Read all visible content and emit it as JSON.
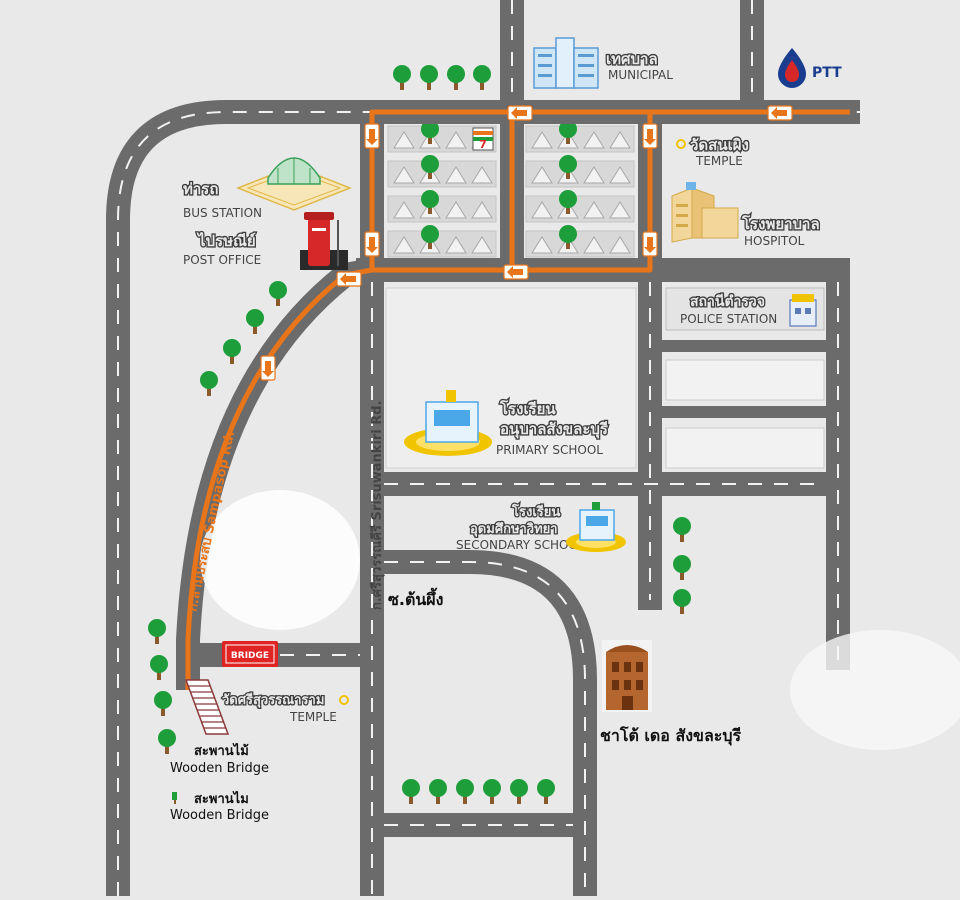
{
  "labels": {
    "municipal_th": "เทศบาล",
    "municipal_en": "MUNICIPAL",
    "ptt": "PTT",
    "temple1_th": "วัดสนเผิง",
    "temple1_en": "TEMPLE",
    "hospital_th": "โรงพยาบาล",
    "hospital_en": "HOSPITOL",
    "bus_th": "ท่ารถ",
    "bus_en": "BUS STATION",
    "post_th": "ไปรษณีย์",
    "post_en": "POST OFFICE",
    "police_th": "สถานีตำรวจ",
    "police_en": "POLICE STATION",
    "primary_th1": "โรงเรียน",
    "primary_th2": "อนุบาลสังขละบุรี",
    "primary_en": "PRIMARY SCHOOL",
    "secondary_th1": "โรงเรียน",
    "secondary_th2": "อุดมศึกษาวิทยา",
    "secondary_en": "SECONDARY SCHOOL",
    "road_sampasop": "ก.สามประสบ  Sampasop Rd.",
    "road_srisuwan": "ก.ศรีสุวรรณคีรี  Srisuwankiri Rd.",
    "soi": "ซ.ต้นผึ้ง",
    "bridge_sign": "BRIDGE",
    "temple2_th": "วัดศรีสุวรรณาราม",
    "temple2_en": "TEMPLE",
    "wood1_th": "สะพานไม้",
    "wood1_en": "Wooden Bridge",
    "wood2_th": "สะพานไม",
    "wood2_en": "Wooden Bridge",
    "hotel": "ชาโต้ เดอ สังขละบุรี",
    "seven": "7"
  },
  "colors": {
    "road": "#6b6b6b",
    "lane": "#f2f2f2",
    "route": "#e8751a",
    "tree_leaf": "#1e9e3a",
    "tree_trunk": "#8a5a2a",
    "block": "#d8d8d8",
    "bridge_red": "#e02424",
    "hotel": "#b5652e",
    "marker": "#f0c400",
    "school_blue": "#4aa8e8"
  }
}
